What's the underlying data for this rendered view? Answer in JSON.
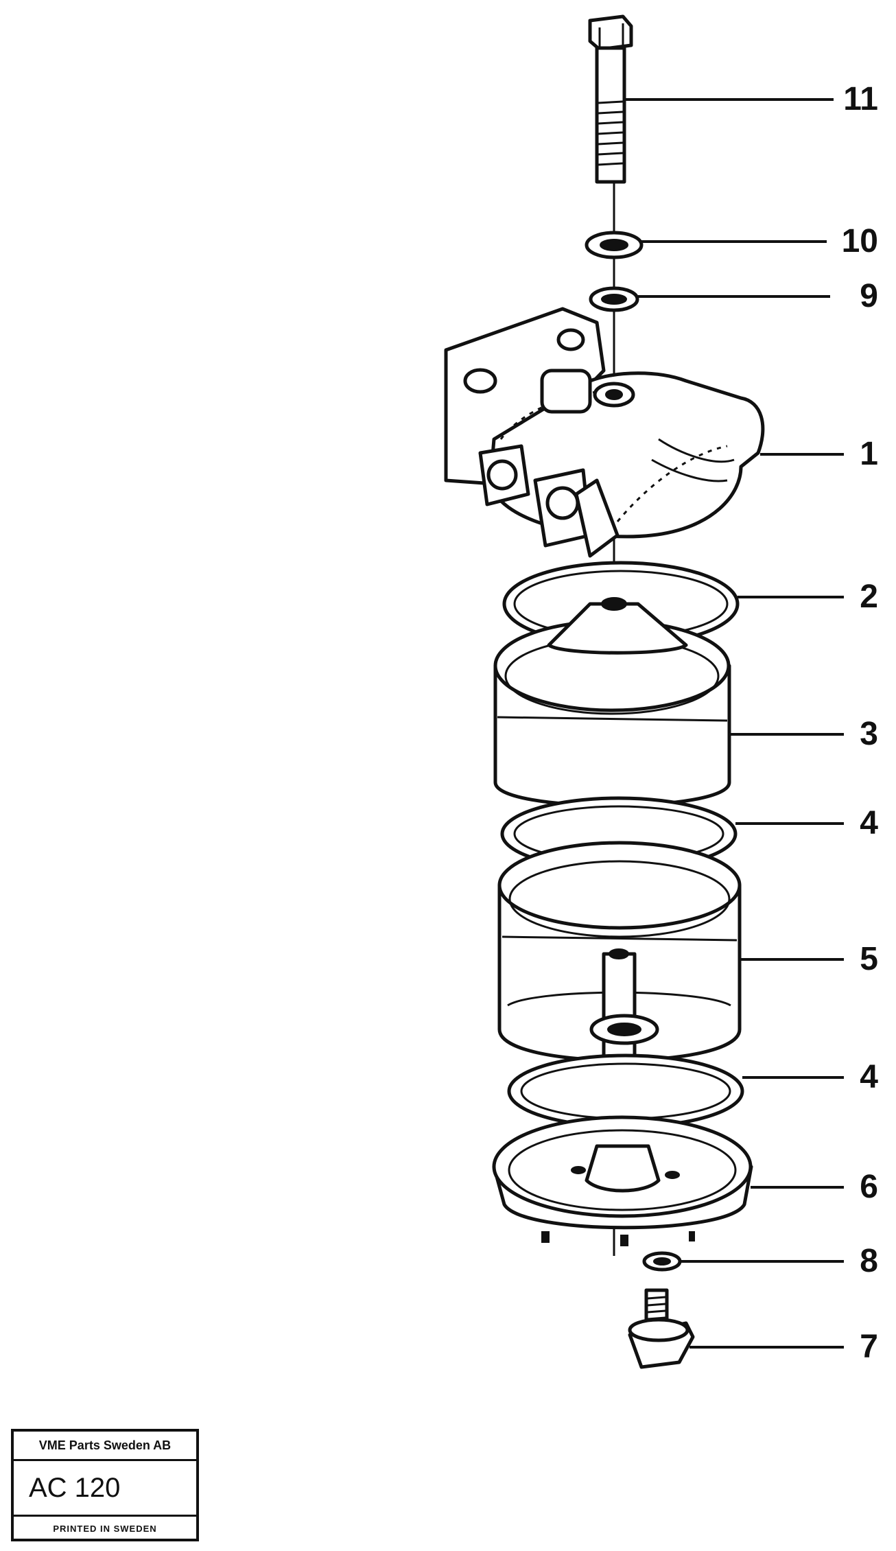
{
  "callouts": [
    {
      "id": "11",
      "label": "11"
    },
    {
      "id": "10",
      "label": "10"
    },
    {
      "id": "9",
      "label": "9"
    },
    {
      "id": "1",
      "label": "1"
    },
    {
      "id": "2",
      "label": "2"
    },
    {
      "id": "3",
      "label": "3"
    },
    {
      "id": "4a",
      "label": "4"
    },
    {
      "id": "5",
      "label": "5"
    },
    {
      "id": "4b",
      "label": "4"
    },
    {
      "id": "6",
      "label": "6"
    },
    {
      "id": "8",
      "label": "8"
    },
    {
      "id": "7",
      "label": "7"
    }
  ],
  "title_block": {
    "company": "VME Parts Sweden AB",
    "code": "AC 120",
    "printed": "PRINTED IN SWEDEN"
  }
}
